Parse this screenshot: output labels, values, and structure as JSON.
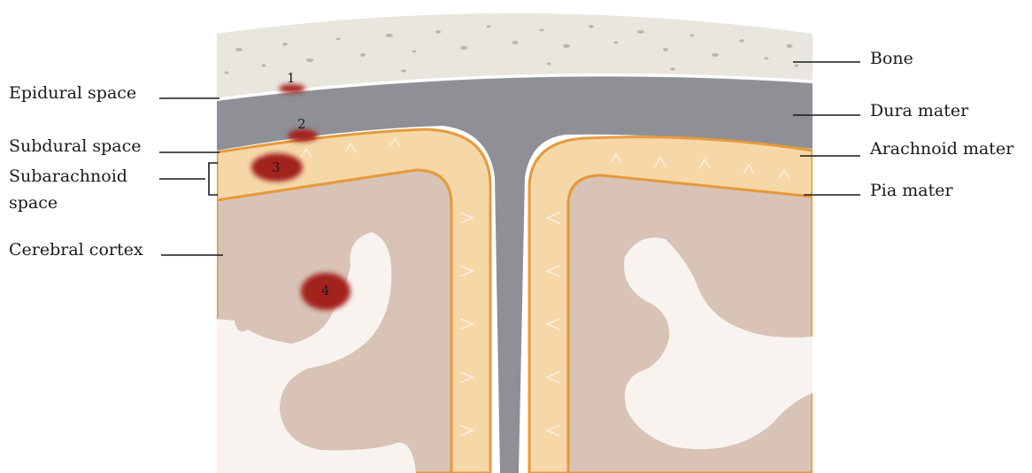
{
  "labels_left": {
    "epidural": "Epidural space",
    "subdural": "Subdural space",
    "subarachnoid_line1": "Subarachnoid",
    "subarachnoid_line2": "space",
    "cortex": "Cerebral cortex"
  },
  "labels_right": {
    "bone": "Bone",
    "dura": "Dura mater",
    "arachnoid": "Arachnoid mater",
    "pia": "Pia mater"
  },
  "hemorrhage_markers": [
    "1",
    "2",
    "3",
    "4"
  ],
  "colors": {
    "bone": "#e9e6df",
    "bone_speckle": "#b9b6b0",
    "dura": "#8e9096",
    "arachnoid_layer": "#f6d8a8",
    "pia_line": "#e59a3c",
    "cortex": "#d8c3b6",
    "white_matter": "#f8f3ef",
    "hemorrhage": "#a3201c"
  }
}
